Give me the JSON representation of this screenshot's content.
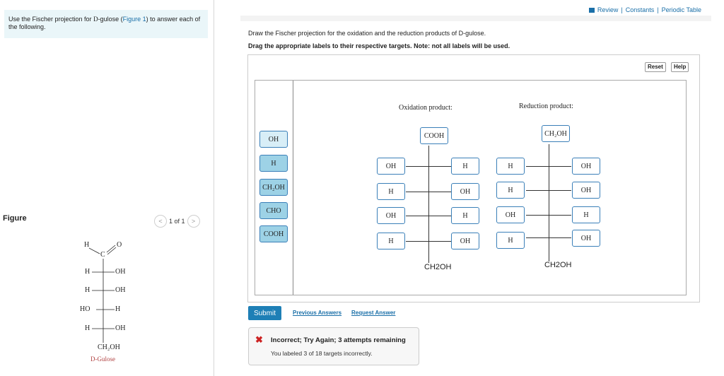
{
  "question": {
    "text_before": "Use the Fischer projection for ",
    "sugar": "D",
    "text_mid": "-gulose (",
    "figure_link": "Figure 1",
    "text_after": ") to answer each of the following."
  },
  "figure_panel": {
    "label": "Figure",
    "pager": {
      "prev": "<",
      "text": "1 of 1",
      "next": ">"
    },
    "fischer": {
      "aldehyde_h": "H",
      "aldehyde_c": "C",
      "aldehyde_o": "O",
      "rows": [
        {
          "left": "H",
          "right": "OH"
        },
        {
          "left": "H",
          "right": "OH"
        },
        {
          "left": "HO",
          "right": "H"
        },
        {
          "left": "H",
          "right": "OH"
        }
      ],
      "bottom": "CH₂OH",
      "caption": "D-Gulose"
    }
  },
  "top_links": {
    "review": "Review",
    "sep": "|",
    "constants": "Constants",
    "periodic": "Periodic Table"
  },
  "instructions": {
    "line1": "Draw the Fischer projection for the oxidation and the reduction products of D-gulose.",
    "line2": "Drag the appropriate labels to their respective targets. Note: not all labels will be used."
  },
  "toolbar": {
    "reset": "Reset",
    "help": "Help"
  },
  "palette": [
    "OH",
    "H",
    "CH₂OH",
    "CHO",
    "COOH"
  ],
  "oxidation": {
    "title": "Oxidation product:",
    "top": "COOH",
    "rows": [
      {
        "left": "OH",
        "right": "H"
      },
      {
        "left": "H",
        "right": "OH"
      },
      {
        "left": "OH",
        "right": "H"
      },
      {
        "left": "H",
        "right": "OH"
      }
    ],
    "bottom": "CH2OH"
  },
  "reduction": {
    "title": "Reduction product:",
    "top": "CH₂OH",
    "rows": [
      {
        "left": "H",
        "right": "OH"
      },
      {
        "left": "H",
        "right": "OH"
      },
      {
        "left": "OH",
        "right": "H"
      },
      {
        "left": "H",
        "right": "OH"
      }
    ],
    "bottom": "CH2OH"
  },
  "actions": {
    "submit": "Submit",
    "previous_answers": "Previous Answers",
    "request_answer": "Request Answer"
  },
  "feedback": {
    "icon": "✖",
    "message": "Incorrect; Try Again; 3 attempts remaining",
    "detail": "You labeled 3 of 18 targets incorrectly."
  },
  "colors": {
    "accent": "#1e7fb6",
    "link": "#1a6fa8",
    "chip_fill": "#9dd2e6",
    "error": "#cc2222",
    "question_bg": "#eaf6f9"
  }
}
